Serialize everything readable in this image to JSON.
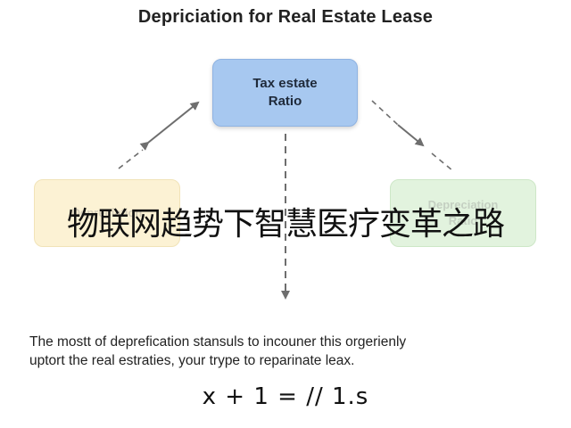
{
  "title": "Depriciation for Real Estate Lease",
  "nodes": {
    "top": {
      "label": "Tax estate\nRatio",
      "color": "#a7c8f0"
    },
    "left": {
      "label": "Depreciation",
      "color": "#fcf2d4"
    },
    "right": {
      "label": "Depreciation\nRatio",
      "color": "#e2f3de"
    }
  },
  "overlay_text": "物联网趋势下智慧医疗变革之路",
  "description": {
    "line1": "The mostt of deprefication stansuls to incouner this orgerienly",
    "line2": "uptort the real estraties, your trype to reparinate leax."
  },
  "formula": "x + 1 = // 1.s"
}
